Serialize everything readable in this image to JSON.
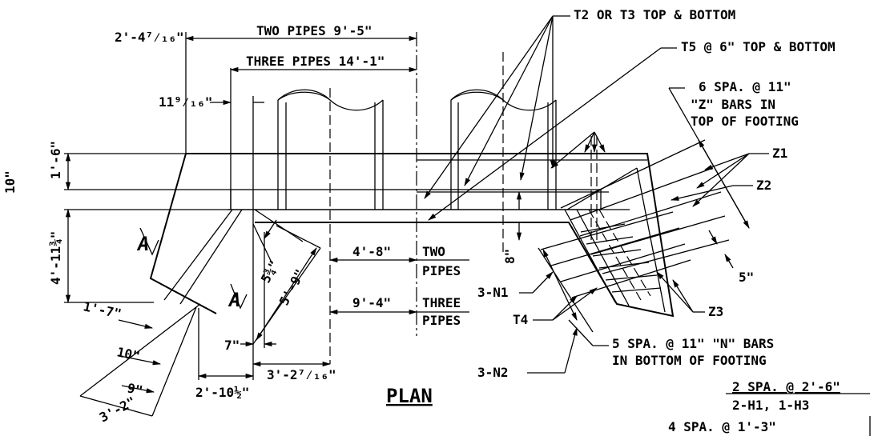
{
  "drawing": {
    "title": "PLAN",
    "section_mark": "A",
    "dimensions": {
      "two_pipes": "TWO PIPES 9'-5\"",
      "three_pipes": "THREE PIPES 14'-1\"",
      "d_2_4_7_16": "2'-4⁷⁄₁₆\"",
      "d_11_9_16": "11⁹⁄₁₆\"",
      "d_1_6": "1'-6\"",
      "d_10_side": "10\"",
      "d_4_11_3_4": "4'-11¾\"",
      "d_1_7": "1'-7\"",
      "d_10": "10\"",
      "d_9": "9\"",
      "d_3_2": "3'-2\"",
      "d_2_10_1_2": "2'-10½\"",
      "d_7": "7\"",
      "d_3_2_7_16": "3'-2⁷⁄₁₆\"",
      "d_5_3_4": "5¾\"",
      "d_5_9": "5'-9\"",
      "d_4_8": "4'-8\"",
      "two_pipes_2a": "TWO",
      "two_pipes_2b": "PIPES",
      "d_9_4": "9'-4\"",
      "three_pipes_2a": "THREE",
      "three_pipes_2b": "PIPES",
      "d_8": "8\"",
      "d_5": "5\""
    },
    "callouts": {
      "t2_t3": "T2 OR T3 TOP & BOTTOM",
      "t5": "T5 @ 6\" TOP & BOTTOM",
      "z_bars_1": "6 SPA. @ 11\"",
      "z_bars_2": "\"Z\" BARS IN",
      "z_bars_3": "TOP OF FOOTING",
      "z1": "Z1",
      "z2": "Z2",
      "z3": "Z3",
      "n1": "3-N1",
      "t4": "T4",
      "n2": "3-N2",
      "n_bars_1": "5 SPA. @ 11\" \"N\" BARS",
      "n_bars_2": "IN BOTTOM OF FOOTING"
    },
    "schedule": {
      "row1": "2 SPA. @ 2'-6\"",
      "row2": "2-H1, 1-H3",
      "row3": "4 SPA. @ 1'-3\""
    }
  }
}
